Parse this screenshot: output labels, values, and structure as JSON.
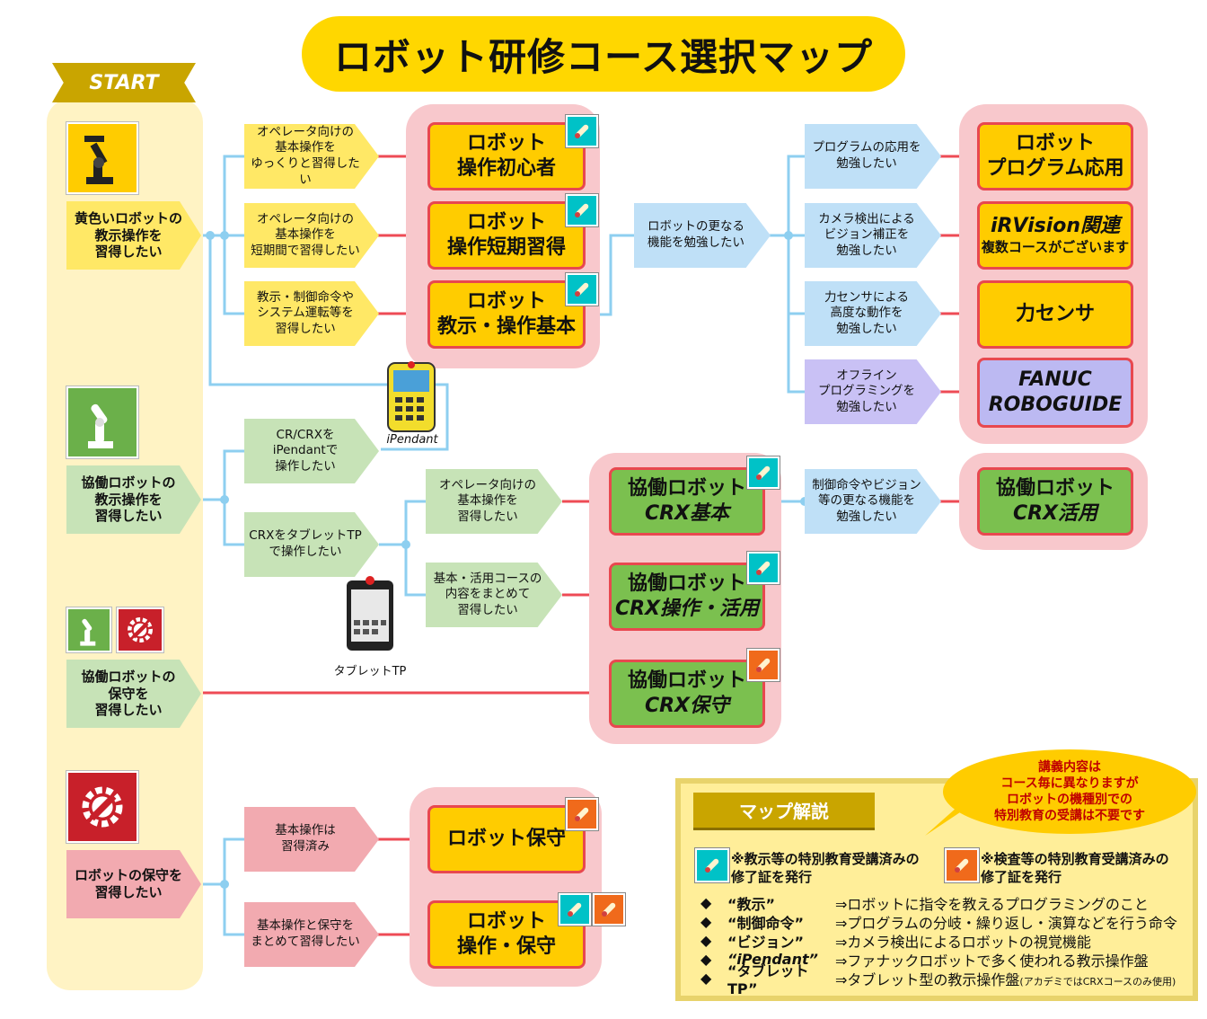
{
  "title": "ロボット研修コース選択マップ",
  "start_label": "START",
  "colors": {
    "yellow": "#FFCC00",
    "green": "#7BC04F",
    "pink_zone": "#F8C8CC",
    "connector_blue": "#8ECFF0",
    "arrow_red": "#EE4B55"
  },
  "starts": [
    {
      "text": "黄色いロボットの\n教示操作を\n習得したい",
      "color": "yellow",
      "icon": "yellow-robot-icon"
    },
    {
      "text": "協働ロボットの\n教示操作を\n習得したい",
      "color": "green",
      "icon": "cobot-icon"
    },
    {
      "text": "協働ロボットの\n保守を\n習得したい",
      "color": "green",
      "icon": "cobot-maintenance-icon"
    },
    {
      "text": "ロボットの保守を\n習得したい",
      "color": "pink",
      "icon": "gear-wrench-icon"
    }
  ],
  "questions": {
    "yq1": "オペレータ向けの\n基本操作を\nゆっくりと習得したい",
    "yq2": "オペレータ向けの\n基本操作を\n短期間で習得したい",
    "yq3": "教示・制御命令や\nシステム運転等を\n習得したい",
    "mid": "ロボットの更なる\n機能を勉強したい",
    "bq1": "プログラムの応用を\n勉強したい",
    "bq2": "カメラ検出による\nビジョン補正を\n勉強したい",
    "bq3": "力センサによる\n高度な動作を\n勉強したい",
    "bq4": "オフライン\nプログラミングを\n勉強したい",
    "gq1": "CR/CRXを\niPendantで\n操作したい",
    "gq2": "CRXをタブレットTP\nで操作したい",
    "gq3": "オペレータ向けの\n基本操作を\n習得したい",
    "gq4": "基本・活用コースの\n内容をまとめて\n習得したい",
    "gq5": "制御命令やビジョン\n等の更なる機能を\n勉強したい",
    "pq1": "基本操作は\n習得済み",
    "pq2": "基本操作と保守を\nまとめて習得したい"
  },
  "courses": {
    "basic_beginner": {
      "line1": "ロボット",
      "line2": "操作初心者"
    },
    "basic_short": {
      "line1": "ロボット",
      "line2": "操作短期習得"
    },
    "basic_teach": {
      "line1": "ロボット",
      "line2": "教示・操作基本"
    },
    "program_app": {
      "line1": "ロボット",
      "line2": "プログラム応用"
    },
    "irvision": {
      "line1": "iRVision関連",
      "line2": "複数コースがございます"
    },
    "force_sensor": {
      "line1": "力センサ"
    },
    "roboguide": {
      "line1": "FANUC",
      "line2": "ROBOGUIDE"
    },
    "crx_basic": {
      "line1": "協働ロボット",
      "line2": "CRX基本"
    },
    "crx_apply": {
      "line1": "協働ロボット",
      "line2": "CRX操作・活用"
    },
    "crx_maint": {
      "line1": "協働ロボット",
      "line2": "CRX保守"
    },
    "crx_advanced": {
      "line1": "協働ロボット",
      "line2": "CRX活用"
    },
    "robot_maint": {
      "line1": "ロボット保守"
    },
    "robot_op_maint": {
      "line1": "ロボット",
      "line2": "操作・保守"
    }
  },
  "devices": {
    "ipendant": "iPendant",
    "tablet": "タブレットTP"
  },
  "legend": {
    "title": "マップ解説",
    "bubble": [
      "講義内容は",
      "コース毎に異なりますが",
      "ロボットの機種別での",
      "特別教育の受講は不要です"
    ],
    "cert_teach": "※教示等の特別教育受講済みの\n修了証を発行",
    "cert_inspect": "※検査等の特別教育受講済みの\n修了証を発行",
    "bullet": "◆",
    "definitions": [
      {
        "term": "“教示”",
        "desc": "⇒ロボットに指令を教えるプログラミングのこと",
        "note": ""
      },
      {
        "term": "“制御命令”",
        "desc": "⇒プログラムの分岐・繰り返し・演算などを行う命令",
        "note": ""
      },
      {
        "term": "“ビジョン”",
        "desc": "⇒カメラ検出によるロボットの視覚機能",
        "note": ""
      },
      {
        "term": "“iPendant”",
        "desc": "⇒ファナックロボットで多く使われる教示操作盤",
        "note": ""
      },
      {
        "term": "“タブレットTP”",
        "desc": "⇒タブレット型の教示操作盤",
        "note": "(アカデミではCRXコースのみ使用)"
      }
    ]
  }
}
